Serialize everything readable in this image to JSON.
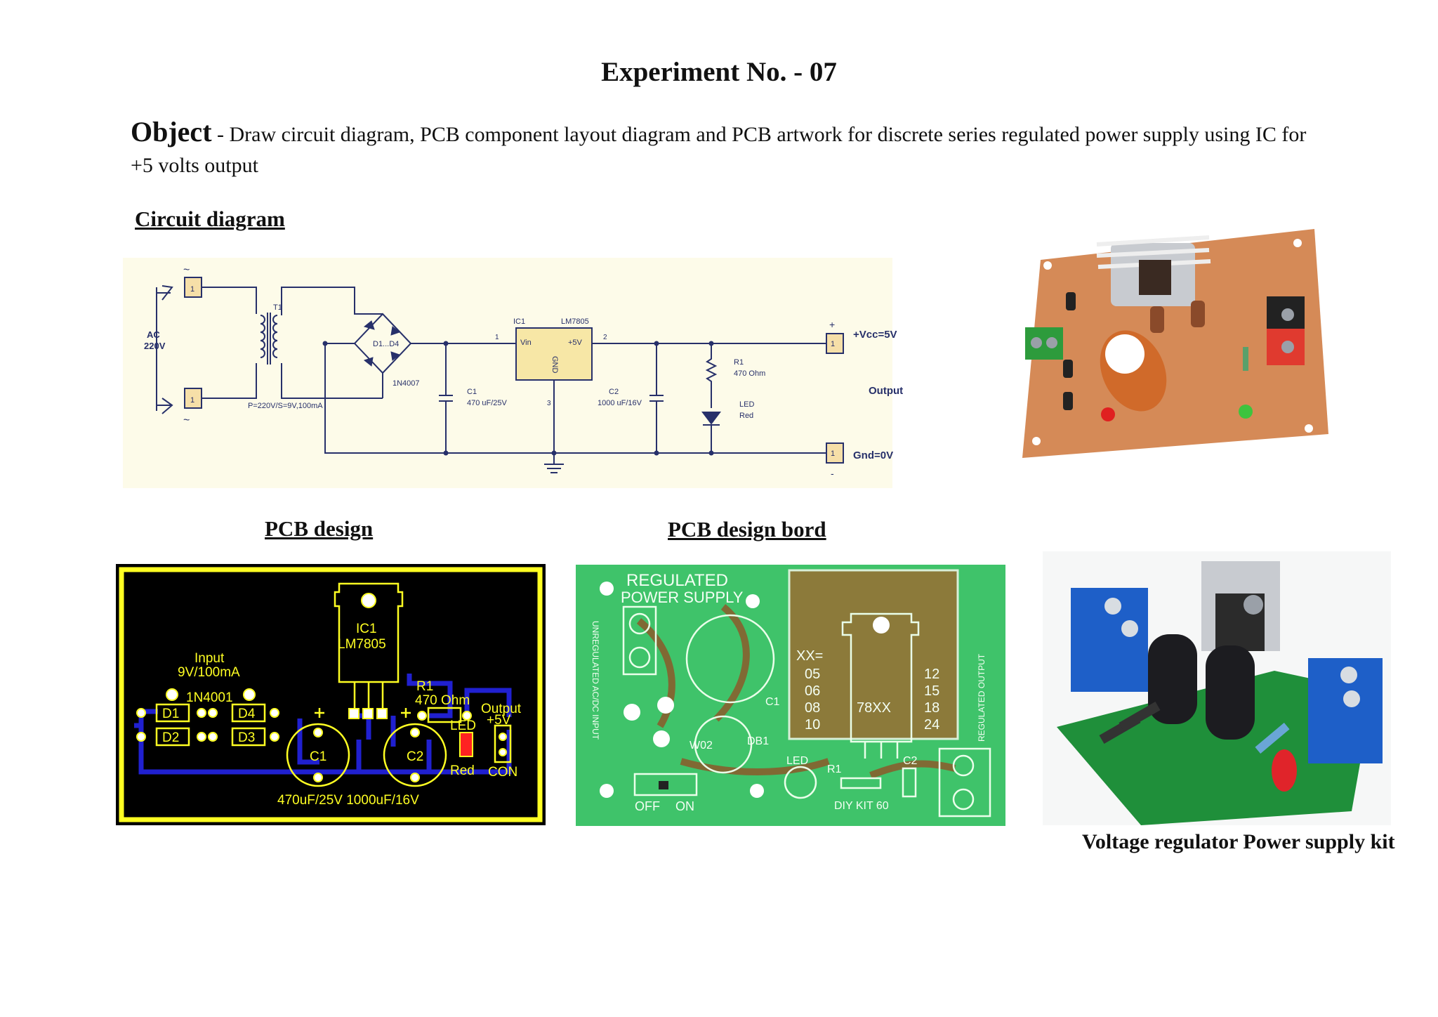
{
  "title": "Experiment No. - 07",
  "object": {
    "lead": "Object",
    "separator": "-",
    "text_line1": "Draw circuit diagram, PCB component layout diagram and PCB artwork for discrete series regulated power supply using IC for",
    "text_line2": "+5 volts output"
  },
  "headings": {
    "circuit": "Circuit diagram",
    "pcb_design": "PCB design",
    "pcb_board": "PCB design bord"
  },
  "captions": {
    "kit": "Voltage regulator Power supply kit"
  },
  "schematic": {
    "ac_label_1": "AC",
    "ac_label_2": "220V",
    "tilde": "~",
    "terminal": "1",
    "transformer_ref": "T1",
    "transformer_spec": "P=220V/S=9V,100mA",
    "bridge_ref": "D1...D4",
    "bridge_part": "1N4007",
    "c1_ref": "C1",
    "c1_val": "470 uF/25V",
    "ic_ref": "IC1",
    "ic_part": "LM7805",
    "ic_pin_in": "Vin",
    "ic_pin_out": "+5V",
    "ic_pin_gnd": "GND",
    "pin1": "1",
    "pin2": "2",
    "pin3": "3",
    "c2_ref": "C2",
    "c2_val": "1000 uF/16V",
    "r1_ref": "R1",
    "r1_val": "470 Ohm",
    "led_ref": "LED",
    "led_color": "Red",
    "plus": "+",
    "minus": "-",
    "vcc": "+Vcc=5V",
    "output": "Output",
    "gnd": "Gnd=0V"
  },
  "pcb_layout": {
    "ic": "IC1",
    "ic_part": "LM7805",
    "input_1": "Input",
    "input_2": "9V/100mA",
    "diode_part": "1N4001",
    "d1": "D1",
    "d2": "D2",
    "d3": "D3",
    "d4": "D4",
    "r1": "R1",
    "r1_val": "470 Ohm",
    "led": "LED",
    "led_color": "Red",
    "output": "Output",
    "output_v": "+5V",
    "c1": "C1",
    "c2": "C2",
    "con": "CON",
    "caps": "470uF/25V 1000uF/16V",
    "plus": "+"
  },
  "pcb_board": {
    "title_1": "REGULATED",
    "title_2": "POWER SUPPLY",
    "left_vertical": "UNREGULATED AC/DC INPUT",
    "right_vertical": "REGULATED OUTPUT",
    "xx": "XX=",
    "codes_left": [
      "05",
      "06",
      "08",
      "10"
    ],
    "codes_right": [
      "12",
      "15",
      "18",
      "24"
    ],
    "reg": "78XX",
    "c1": "C1",
    "c2": "C2",
    "db1": "DB1",
    "w02": "W02",
    "led": "LED",
    "r1": "R1",
    "off": "OFF",
    "on": "ON",
    "kit": "DIY KIT 60"
  },
  "colors": {
    "schematic_bg": "#fdfbe9",
    "schematic_line": "#27306a",
    "pcb_bg": "#000000",
    "pcb_yellow": "#ffff22",
    "pcb_blue": "#2020d0",
    "board_green": "#3fc36a",
    "photo_board_orange": "#d58a57",
    "kit_green": "#1f8f3a",
    "terminal_blue": "#1e5fc8"
  }
}
